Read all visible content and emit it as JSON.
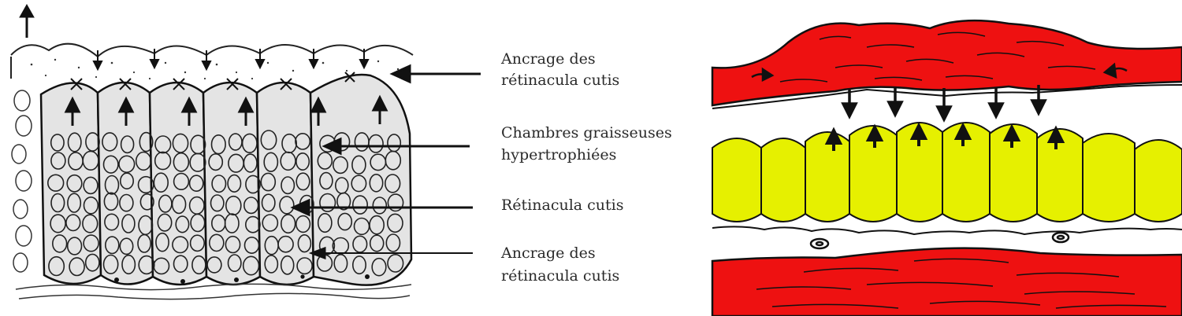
{
  "labels": {
    "anchor_top_line1": "Ancrage des",
    "anchor_top_line2": "rétinacula cutis",
    "chambers_line1": "Chambres graisseuses",
    "chambers_line2": "hypertrophiées",
    "retinacula": "Rétinacula cutis",
    "anchor_bottom_line1": "Ancrage des",
    "anchor_bottom_line2": "rétinacula cutis"
  },
  "colors": {
    "dermis_red": "#ee1111",
    "fat_yellow": "#e6f000",
    "chamber_gray": "#e4e4e4",
    "ink": "#111111"
  },
  "icons": {
    "page_up_arrow": "arrow-up-icon"
  }
}
